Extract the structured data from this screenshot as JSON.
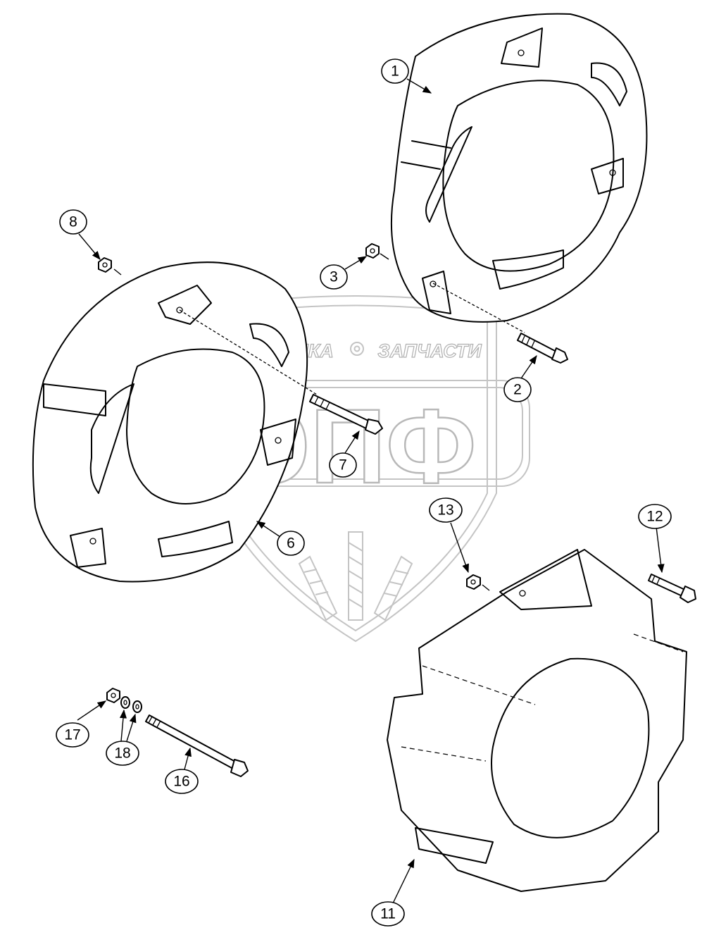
{
  "watermark": {
    "line1_left": "ТЕХНИКА",
    "line1_right": "ЗАПЧАСТИ",
    "emblem": "ЭПФ"
  },
  "callouts": [
    {
      "id": "c1",
      "label": "1"
    },
    {
      "id": "c2",
      "label": "2"
    },
    {
      "id": "c3",
      "label": "3"
    },
    {
      "id": "c6",
      "label": "6"
    },
    {
      "id": "c7",
      "label": "7"
    },
    {
      "id": "c8",
      "label": "8"
    },
    {
      "id": "c11",
      "label": "11"
    },
    {
      "id": "c12",
      "label": "12"
    },
    {
      "id": "c13",
      "label": "13"
    },
    {
      "id": "c16",
      "label": "16"
    },
    {
      "id": "c17",
      "label": "17"
    },
    {
      "id": "c18",
      "label": "18"
    }
  ]
}
